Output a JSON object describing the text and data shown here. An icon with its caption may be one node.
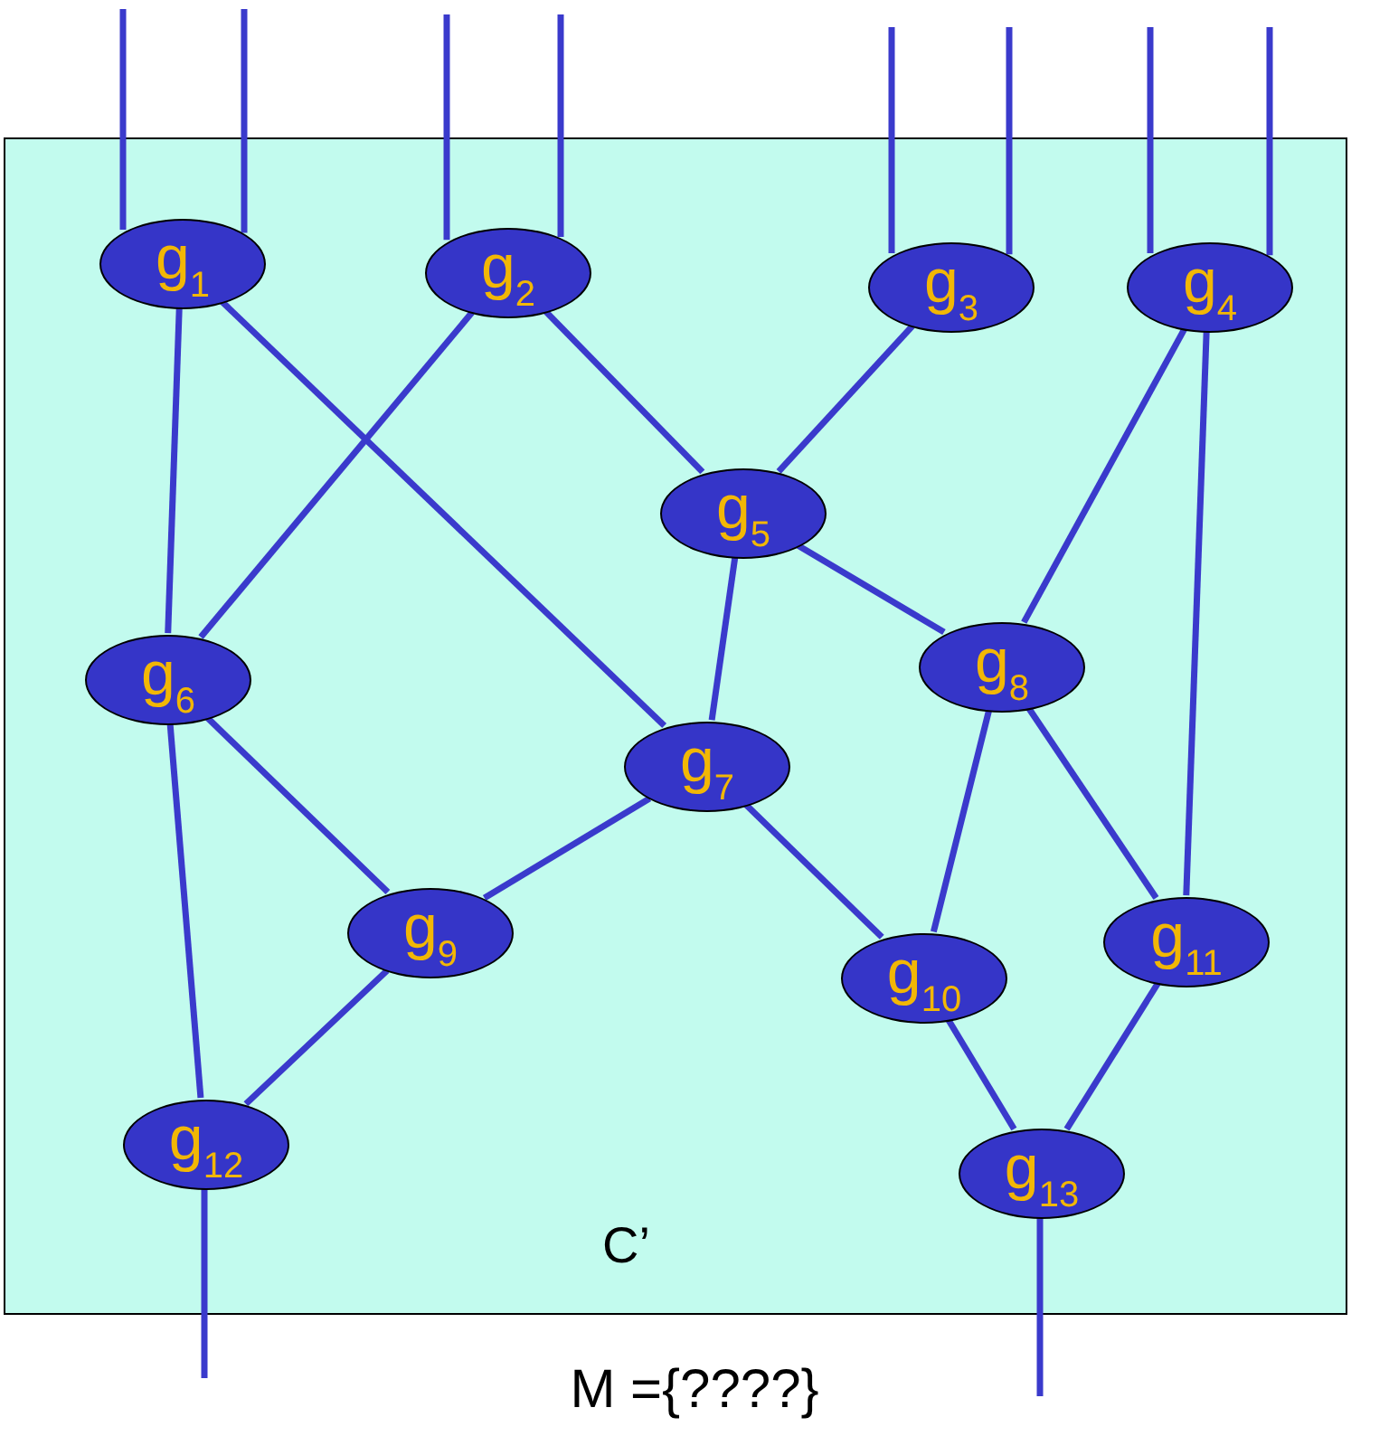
{
  "diagram": {
    "nodes": [
      {
        "text": [
          "C’"
        ]
      },
      {
        "text": [
          "g$_{1}$"
        ],
        "in": 0
      },
      {
        "text": [
          "g$_{2}$"
        ],
        "in": 0
      },
      {
        "text": [
          "g$_{3}$"
        ],
        "in": 0
      },
      {
        "text": [
          "g$_{4}$"
        ],
        "in": 0
      },
      {
        "text": [
          "g$_{5}$"
        ],
        "in": 0
      },
      {
        "text": [
          "g$_{6}$"
        ],
        "in": 0
      },
      {
        "text": [
          "g$_{7}$"
        ],
        "in": 0
      },
      {
        "text": [
          "g$_{8}$"
        ],
        "in": 0
      },
      {
        "text": [
          "g$_{9}$"
        ],
        "in": 0
      },
      {
        "text": [
          "g$_{10}$"
        ],
        "in": 0
      },
      {
        "text": [
          "g$_{11}$"
        ],
        "in": 0
      },
      {
        "text": [
          "g$_{12}$"
        ],
        "in": 0
      },
      {
        "text": [
          "g$_{13}$"
        ],
        "in": 0
      }
    ],
    "edges": [
      {
        "from": null,
        "to": 1,
        "arrow": "none"
      },
      {
        "from": null,
        "to": 1,
        "arrow": "none"
      },
      {
        "from": null,
        "to": 2,
        "arrow": "none"
      },
      {
        "from": null,
        "to": 2,
        "arrow": "none"
      },
      {
        "from": null,
        "to": 3,
        "arrow": "none"
      },
      {
        "from": null,
        "to": 3,
        "arrow": "none"
      },
      {
        "from": null,
        "to": 4,
        "arrow": "none"
      },
      {
        "from": null,
        "to": 4,
        "arrow": "none"
      },
      {
        "from": 1,
        "to": 6,
        "arrow": "none"
      },
      {
        "from": 1,
        "to": 7,
        "arrow": "none"
      },
      {
        "from": 2,
        "to": 6,
        "arrow": "none"
      },
      {
        "from": 2,
        "to": 5,
        "arrow": "none"
      },
      {
        "from": 3,
        "to": 5,
        "arrow": "none"
      },
      {
        "from": 4,
        "to": 8,
        "arrow": "none"
      },
      {
        "from": 4,
        "to": 11,
        "arrow": "none"
      },
      {
        "from": 5,
        "to": 7,
        "arrow": "none"
      },
      {
        "from": 5,
        "to": 8,
        "arrow": "none"
      },
      {
        "from": 6,
        "to": 9,
        "arrow": "none"
      },
      {
        "from": 6,
        "to": 12,
        "arrow": "none"
      },
      {
        "from": 7,
        "to": 9,
        "arrow": "none"
      },
      {
        "from": 7,
        "to": 10,
        "arrow": "none"
      },
      {
        "from": 8,
        "to": 10,
        "arrow": "none"
      },
      {
        "from": 8,
        "to": 11,
        "arrow": "none"
      },
      {
        "from": 9,
        "to": 12,
        "arrow": "none"
      },
      {
        "from": 10,
        "to": 13,
        "arrow": "none"
      },
      {
        "from": 11,
        "to": 13,
        "arrow": "none"
      },
      {
        "from": 12,
        "to": null,
        "arrow": "none"
      },
      {
        "from": 13,
        "to": null,
        "arrow": "none"
      }
    ],
    "labels": [
      "M ={????}"
    ]
  }
}
